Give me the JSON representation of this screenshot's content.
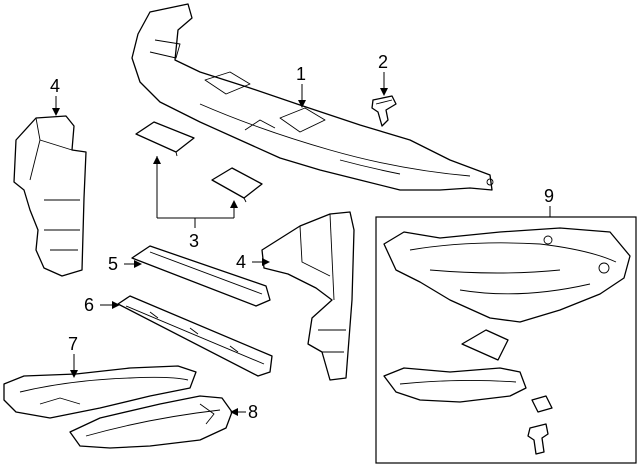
{
  "callouts": {
    "c1": "1",
    "c2": "2",
    "c3": "3",
    "c4_left": "4",
    "c4_right": "4",
    "c5": "5",
    "c6": "6",
    "c7": "7",
    "c8": "8",
    "c9": "9"
  }
}
